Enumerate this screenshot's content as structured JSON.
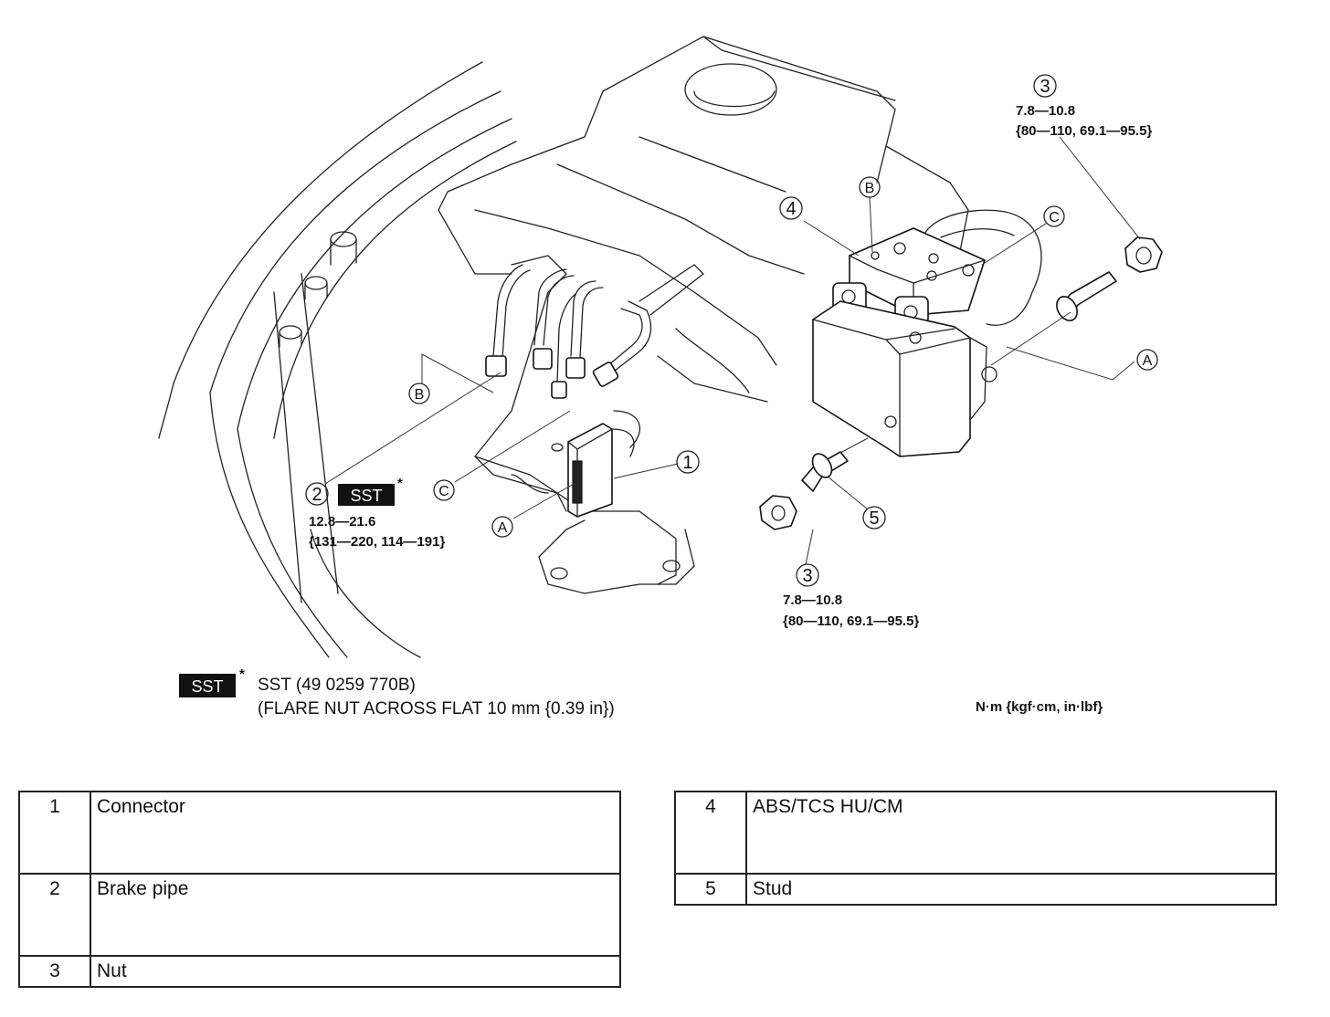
{
  "diagram": {
    "callouts": {
      "c1": "1",
      "c2": "2",
      "c3_top": "3",
      "c3_bottom": "3",
      "c4": "4",
      "c5": "5",
      "a_left": "A",
      "a_right": "A",
      "b_left": "B",
      "b_right": "B",
      "c_left": "C",
      "c_right": "C"
    },
    "torque": {
      "nut_top_line1": "7.8—10.8",
      "nut_top_line2": "{80—110, 69.1—95.5}",
      "nut_bottom_line1": "7.8—10.8",
      "nut_bottom_line2": "{80—110, 69.1—95.5}",
      "pipe_line1": "12.8—21.6",
      "pipe_line2": "{131—220, 114—191}"
    },
    "sst": {
      "badge": "SST",
      "asterisk": "*",
      "note_line1": "SST (49 0259 770B)",
      "note_line2": "(FLARE NUT ACROSS FLAT 10 mm {0.39 in})"
    },
    "units": "N·m {kgf·cm, in·lbf}"
  },
  "legend": {
    "left": [
      {
        "num": "1",
        "desc": "Connector"
      },
      {
        "num": "2",
        "desc": "Brake pipe"
      },
      {
        "num": "3",
        "desc": "Nut"
      }
    ],
    "right": [
      {
        "num": "4",
        "desc": "ABS/TCS HU/CM"
      },
      {
        "num": "5",
        "desc": "Stud"
      }
    ]
  }
}
